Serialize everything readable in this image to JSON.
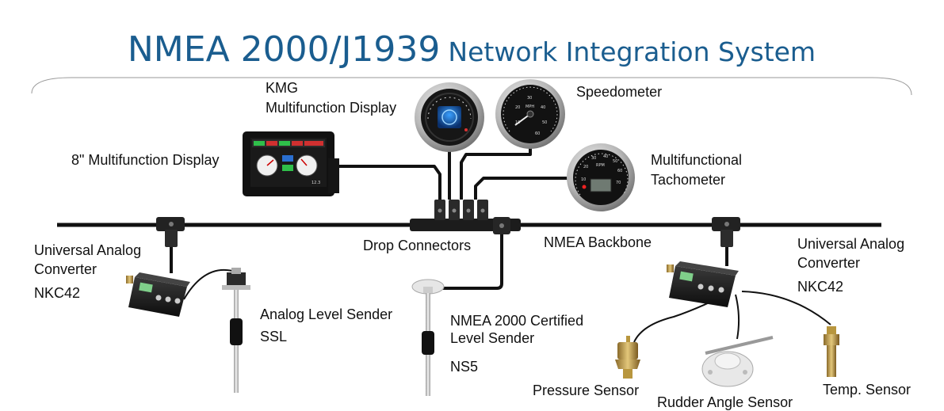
{
  "title": {
    "main": "NMEA 2000/J1939",
    "sub": "Network Integration System"
  },
  "labels": {
    "kmg_line1": "KMG",
    "kmg_line2": "Multifunction Display",
    "speedometer": "Speedometer",
    "mfd8": "8\" Multifunction Display",
    "tacho_line1": "Multifunctional",
    "tacho_line2": "Tachometer",
    "uac_left_line1": "Universal Analog",
    "uac_left_line2": "Converter",
    "uac_left_model": "NKC42",
    "drop_connectors": "Drop Connectors",
    "backbone": "NMEA Backbone",
    "uac_right_line1": "Universal Analog",
    "uac_right_line2": "Converter",
    "uac_right_model": "NKC42",
    "analog_level_line1": "Analog Level Sender",
    "analog_level_line2": "SSL",
    "nmea_level_line1": "NMEA 2000 Certified",
    "nmea_level_line2": "Level Sender",
    "nmea_level_model": "NS5",
    "pressure": "Pressure Sensor",
    "rudder": "Rudder Angle Sensor",
    "temp": "Temp. Sensor"
  },
  "gauges": {
    "speedo_unit": "MPH",
    "speedo_ticks": [
      "10",
      "20",
      "30",
      "40",
      "50",
      "60"
    ],
    "tacho_unit": "RPM",
    "tacho_ticks": [
      "10",
      "20",
      "30",
      "40",
      "50",
      "60",
      "70"
    ],
    "mfd_readout": "12.3"
  },
  "colors": {
    "title": "#1a5d8f",
    "cable": "#111111",
    "text": "#111111"
  }
}
